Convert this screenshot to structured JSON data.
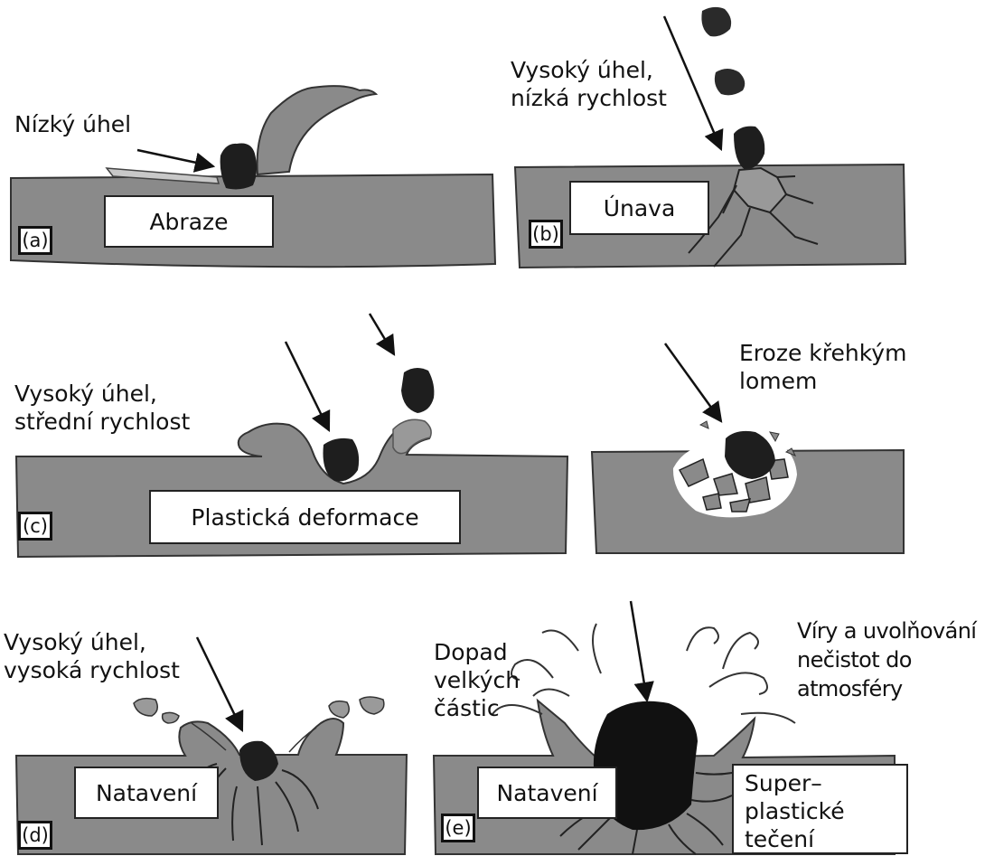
{
  "panels": {
    "a": {
      "tag": "(a)",
      "box": "Abraze",
      "note": "Nízký úhel"
    },
    "b": {
      "tag": "(b)",
      "box": "Únava",
      "note_line1": "Vysoký úhel,",
      "note_line2": "nízká rychlost"
    },
    "c": {
      "tag": "(c)",
      "box": "Plastická deformace",
      "note_line1": "Vysoký úhel,",
      "note_line2": "střední rychlost"
    },
    "brittle": {
      "note_line1": "Eroze křehkým",
      "note_line2": "lomem"
    },
    "d": {
      "tag": "(d)",
      "box": "Natavení",
      "note_line1": "Vysoký úhel,",
      "note_line2": "vysoká rychlost"
    },
    "e": {
      "tag": "(e)",
      "box": "Natavení",
      "impact_line1": "Dopad",
      "impact_line2": "velkých",
      "impact_line3": "částic",
      "vortex_line1": "Víry a uvolňování",
      "vortex_line2": "nečistot do",
      "vortex_line3": "atmosféry",
      "super_line1": "Super–",
      "super_line2": "plastické",
      "super_line3": "tečení"
    }
  },
  "colors": {
    "material": "#8a8a8a",
    "particle": "#1e1e1e",
    "splash": "#9a9a9a"
  }
}
